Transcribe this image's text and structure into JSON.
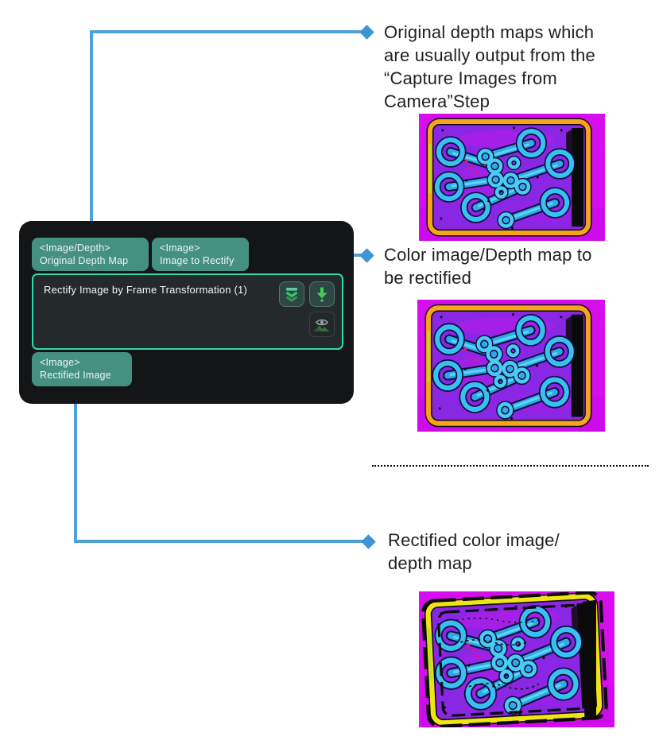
{
  "node": {
    "title": "Rectify Image by Frame Transformation (1)",
    "inputs": [
      {
        "type_label": "<Image/Depth>",
        "name": "Original Depth Map"
      },
      {
        "type_label": "<Image>",
        "name": "Image to Rectify"
      }
    ],
    "output": {
      "type_label": "<Image>",
      "name": "Rectified Image"
    },
    "buttons": [
      {
        "icon": "double-chevron-down-icon"
      },
      {
        "icon": "download-arrow-icon"
      }
    ],
    "preview_icon": "image-preview-eye-icon"
  },
  "annotations": [
    {
      "lines": [
        "Original depth maps which",
        "are usually output from the",
        "“Capture Images from",
        "Camera”Step"
      ]
    },
    {
      "lines": [
        "Color image/Depth map to",
        "be rectified",
        "",
        ""
      ]
    },
    {
      "lines": [
        "Rectified color image/",
        "depth map",
        "",
        ""
      ]
    }
  ],
  "images": [
    {
      "name": "original-depth-map-thumbnail"
    },
    {
      "name": "depth-map-to-rectify-thumbnail"
    },
    {
      "name": "rectified-depth-map-thumbnail"
    }
  ],
  "colors": {
    "connector_blue": "#4EA0DA",
    "diamond_blue": "#3D93D4",
    "port_teal": "#459181",
    "node_border_teal": "#2CDAAE",
    "node_bg": "#131517",
    "icon_green": "#3FCF52",
    "depthmap_magenta": "#D60EEE",
    "depthmap_purple": "#8A27E4",
    "depthmap_cyan": "#39BFF1",
    "tray_orange": "#F5A41B",
    "tray_yellow": "#EFE414"
  }
}
